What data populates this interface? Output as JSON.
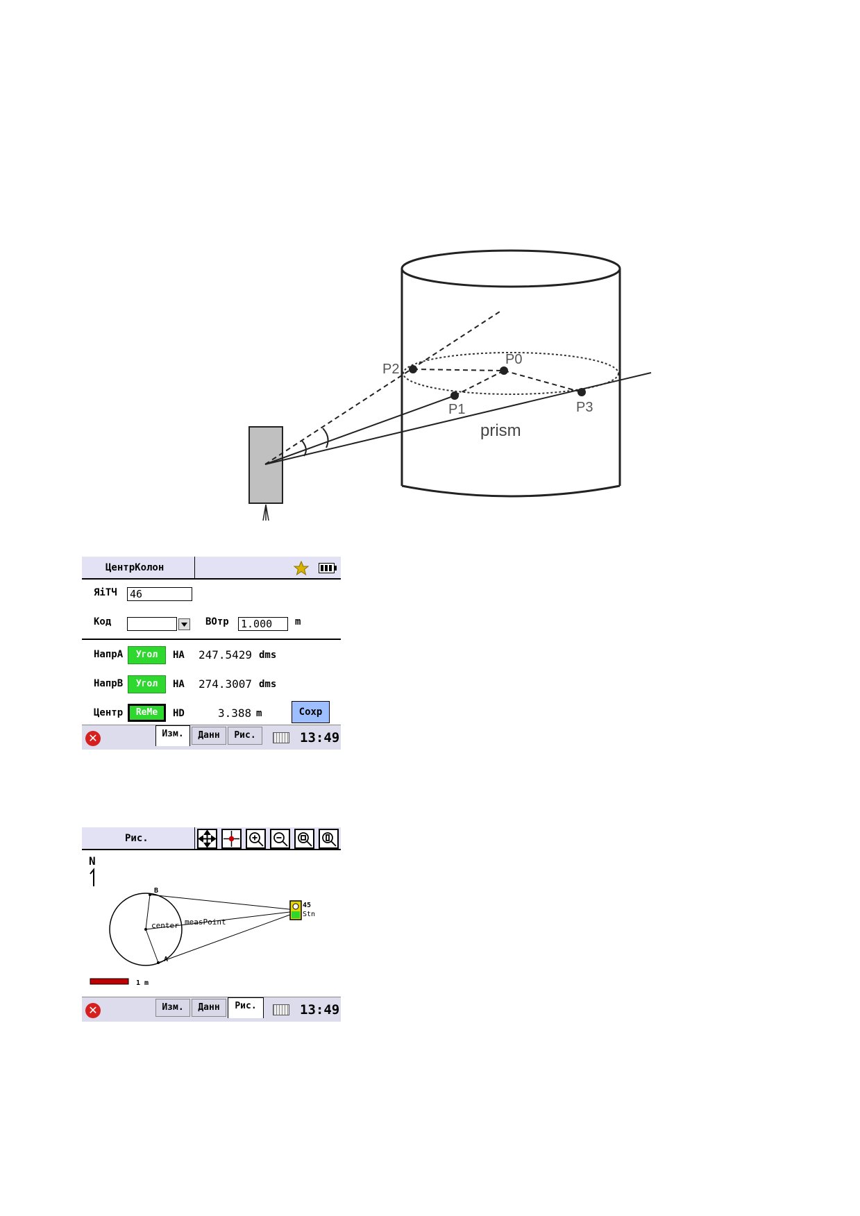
{
  "diagram": {
    "labels": {
      "p0": "P0",
      "p1": "P1",
      "p2": "P2",
      "p3": "P3",
      "prism": "prism"
    }
  },
  "screen1": {
    "title": "ЦентрКолон",
    "point_label": "ЯiТЧ",
    "point_value": "46",
    "code_label": "Код",
    "code_value": "",
    "height_label": "ВОтр",
    "height_value": "1.000",
    "height_unit": "m",
    "rows": [
      {
        "label": "НапрА",
        "button": "Угол",
        "kind": "HA",
        "value": "247.5429",
        "unit": "dms"
      },
      {
        "label": "НапрВ",
        "button": "Угол",
        "kind": "HA",
        "value": "274.3007",
        "unit": "dms"
      },
      {
        "label": "Центр",
        "button": "ReMe",
        "kind": "HD",
        "value": "3.388",
        "unit": "m"
      }
    ],
    "save_label": "Сохр",
    "tabs": [
      "Изм.",
      "Данн",
      "Рис."
    ],
    "active_tab": "Изм.",
    "time": "13:49"
  },
  "screen2": {
    "title": "Рис.",
    "north": "N",
    "map": {
      "b": "B",
      "a": "A",
      "center": "center",
      "meas": "measPoint",
      "station_id": "45",
      "station": "Stn"
    },
    "scale": "1 m",
    "tabs": [
      "Изм.",
      "Данн",
      "Рис."
    ],
    "active_tab": "Рис.",
    "time": "13:49"
  },
  "colors": {
    "green_button": "#2fd82f",
    "title_bar": "#e2e2f4",
    "save_button": "#9ebfff",
    "scale_bar": "#c00000",
    "close_icon": "#d62020"
  }
}
